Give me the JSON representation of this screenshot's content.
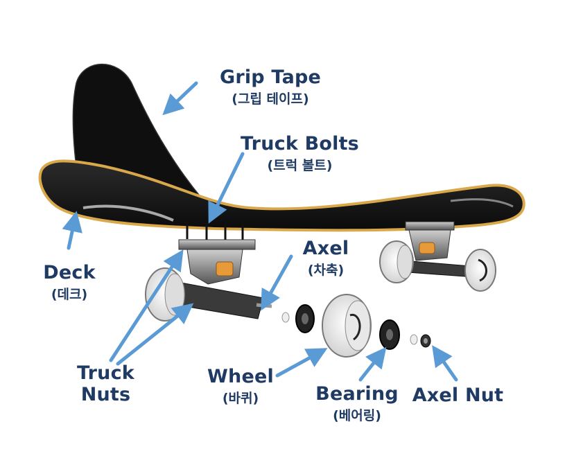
{
  "diagram": {
    "labels": {
      "grip_tape": {
        "en": "Grip Tape",
        "ko": "(그립 테이프)"
      },
      "truck_bolts": {
        "en": "Truck Bolts",
        "ko": "(트럭 볼트)"
      },
      "axel": {
        "en": "Axel",
        "ko": "(차축)"
      },
      "deck": {
        "en": "Deck",
        "ko": "(데크)"
      },
      "truck_nuts": {
        "en": "Truck Nuts"
      },
      "wheel": {
        "en": "Wheel",
        "ko": "(바퀴)"
      },
      "bearing": {
        "en": "Bearing",
        "ko": "(베어링)"
      },
      "axel_nut": {
        "en": "Axel Nut"
      }
    },
    "colors": {
      "label_text": "#1f3b63",
      "arrow": "#5b9bd5",
      "deck": "#111111",
      "deck_edge": "#d9a84a",
      "metal": "#9a9a9a",
      "wheel": "#f2f2f2"
    }
  }
}
